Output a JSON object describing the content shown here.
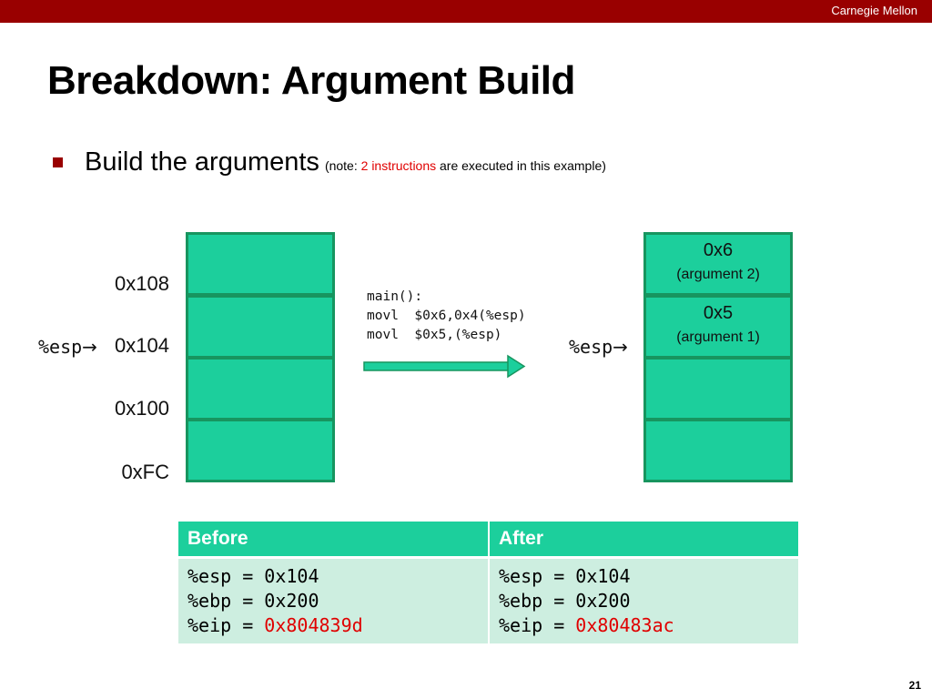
{
  "header": {
    "brand": "Carnegie Mellon"
  },
  "slide": {
    "title": "Breakdown: Argument Build",
    "bullet": {
      "main": "Build the arguments",
      "note_open": "(note: ",
      "note_highlight": "2 instructions",
      "note_rest": " are executed in this example)"
    },
    "page_number": "21"
  },
  "left_stack": {
    "addresses": [
      "0x108",
      "0x104",
      "0x100",
      "0xFC"
    ],
    "esp_label": "%esp",
    "esp_arrow": "→"
  },
  "code": {
    "lines": [
      "main():",
      "movl  $0x6,0x4(%esp)",
      "movl  $0x5,(%esp)"
    ]
  },
  "right_stack": {
    "cells": [
      {
        "value": "0x6",
        "label": "(argument 2)"
      },
      {
        "value": "0x5",
        "label": "(argument 1)"
      },
      {
        "value": "",
        "label": ""
      },
      {
        "value": "",
        "label": ""
      }
    ],
    "esp_label": "%esp",
    "esp_arrow": "→"
  },
  "table": {
    "headers": [
      "Before",
      "After"
    ],
    "before": {
      "esp": "%esp = 0x104",
      "ebp": "%ebp = 0x200",
      "eip_prefix": "%eip = ",
      "eip_value": "0x804839d"
    },
    "after": {
      "esp": "%esp = 0x104",
      "ebp": "%ebp = 0x200",
      "eip_prefix": "%eip = ",
      "eip_value": "0x80483ac"
    }
  },
  "colors": {
    "brand_bar": "#990000",
    "cell_fill": "#1ccf9c",
    "cell_border": "#17955f",
    "table_row": "#cdeee0",
    "highlight_red": "#e00000"
  }
}
